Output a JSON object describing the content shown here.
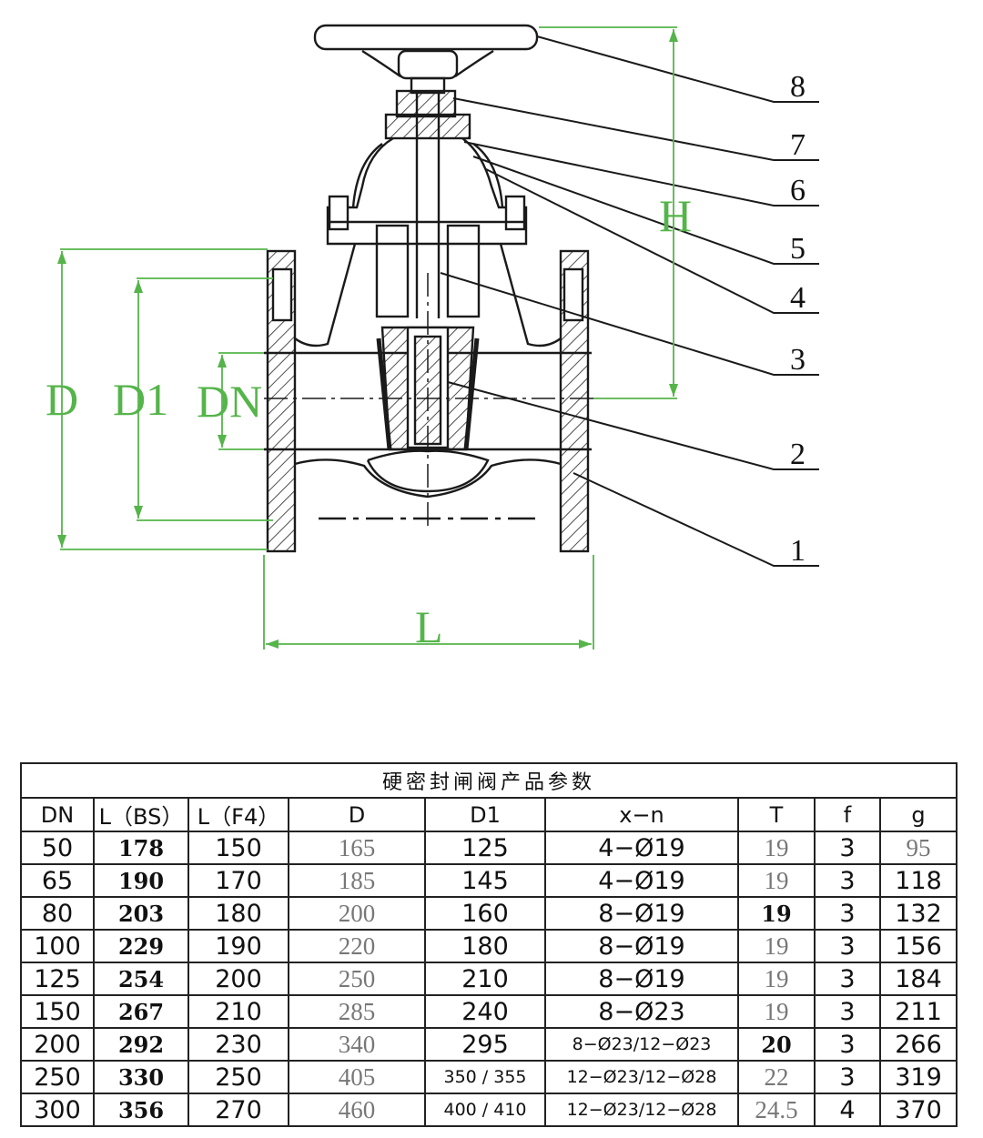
{
  "drawing": {
    "part_numbers": [
      "8",
      "7",
      "6",
      "5",
      "4",
      "3",
      "2",
      "1"
    ],
    "dimensions": {
      "d": "D",
      "d1": "D1",
      "dn": "DN",
      "h": "H",
      "l": "L"
    }
  },
  "table": {
    "title": "硬密封闸阀产品参数",
    "headers": [
      "DN",
      "L（BS）",
      "L（F4）",
      "D",
      "D1",
      "x−n",
      "T",
      "f",
      "g"
    ],
    "rows": [
      [
        "50",
        "178",
        "150",
        "165",
        "125",
        "4−Ø19",
        "19",
        "3",
        "95"
      ],
      [
        "65",
        "190",
        "170",
        "185",
        "145",
        "4−Ø19",
        "19",
        "3",
        "118"
      ],
      [
        "80",
        "203",
        "180",
        "200",
        "160",
        "8−Ø19",
        "19",
        "3",
        "132"
      ],
      [
        "100",
        "229",
        "190",
        "220",
        "180",
        "8−Ø19",
        "19",
        "3",
        "156"
      ],
      [
        "125",
        "254",
        "200",
        "250",
        "210",
        "8−Ø19",
        "19",
        "3",
        "184"
      ],
      [
        "150",
        "267",
        "210",
        "285",
        "240",
        "8−Ø23",
        "19",
        "3",
        "211"
      ],
      [
        "200",
        "292",
        "230",
        "340",
        "295",
        "8−Ø23/12−Ø23",
        "20",
        "3",
        "266"
      ],
      [
        "250",
        "330",
        "250",
        "405",
        "350 / 355",
        "12−Ø23/12−Ø28",
        "22",
        "3",
        "319"
      ],
      [
        "300",
        "356",
        "270",
        "460",
        "400 / 410",
        "12−Ø23/12−Ø28",
        "24.5",
        "4",
        "370"
      ]
    ]
  },
  "colors": {
    "dimension": "#55b44a",
    "line": "#1a1a1a"
  }
}
